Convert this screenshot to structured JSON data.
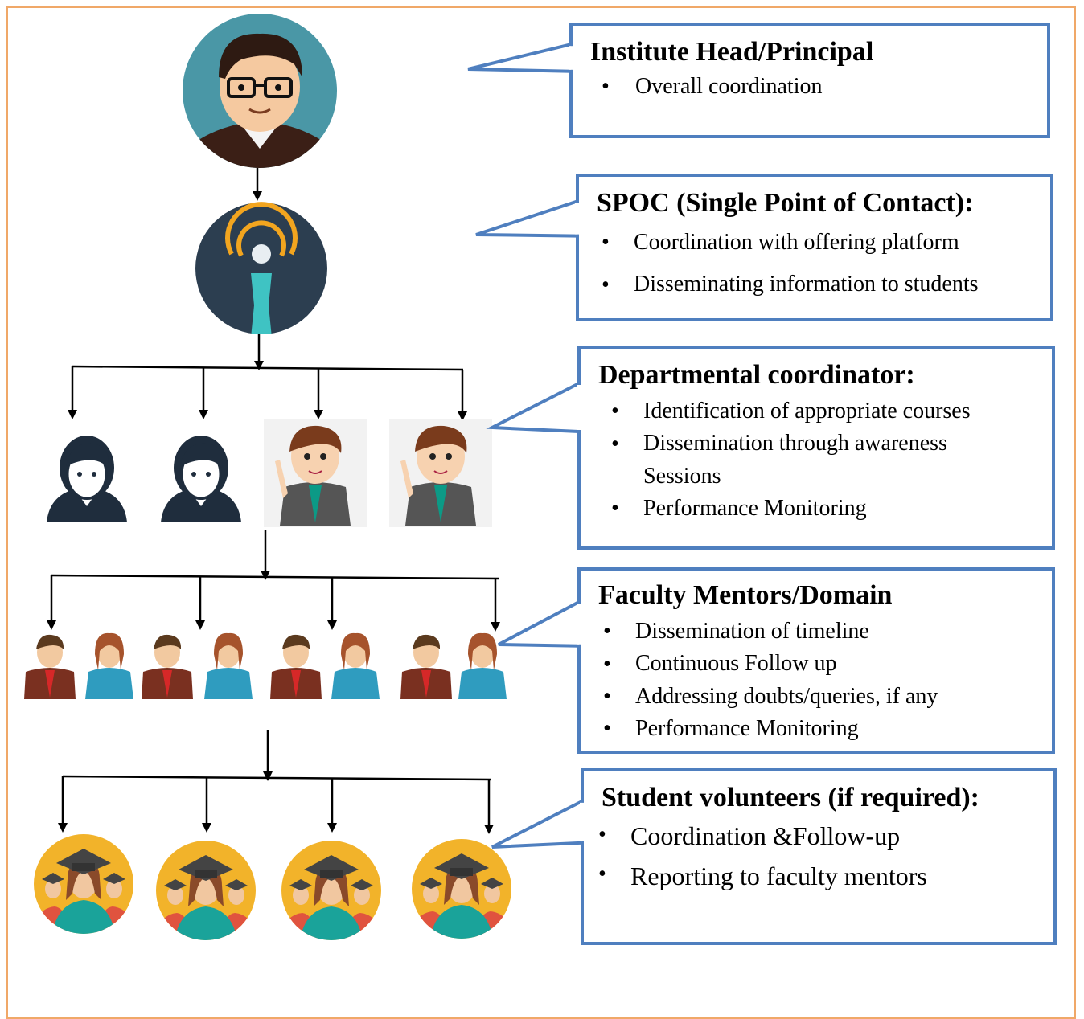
{
  "levels": [
    {
      "title": "Institute Head/Principal",
      "bullets": [
        "Overall coordination"
      ]
    },
    {
      "title": "SPOC (Single Point of Contact):",
      "bullets": [
        "Coordination with offering platform",
        "Disseminating information to students"
      ]
    },
    {
      "title": "Departmental coordinator:",
      "bullets": [
        "Identification of appropriate courses",
        "Dissemination through awareness",
        "Sessions",
        "Performance Monitoring"
      ]
    },
    {
      "title": "Faculty Mentors/Domain",
      "bullets": [
        "Dissemination of timeline",
        "Continuous Follow up",
        "Addressing doubts/queries, if any",
        "Performance Monitoring"
      ]
    },
    {
      "title": "Student volunteers (if required):",
      "bullets": [
        "Coordination &Follow-up",
        "Reporting to faculty mentors"
      ]
    }
  ],
  "icons": {
    "head": "principal-avatar-icon",
    "spoc": "broadcast-person-icon",
    "coordinators": [
      "woman-avatar-icon",
      "woman-avatar-icon",
      "man-pointing-icon",
      "man-pointing-icon"
    ],
    "mentors": [
      "man-suit-icon",
      "woman-icon",
      "man-suit-icon",
      "woman-icon",
      "man-suit-icon",
      "woman-icon",
      "man-suit-icon",
      "woman-icon"
    ],
    "students": [
      "graduates-icon",
      "graduates-icon",
      "graduates-icon",
      "graduates-icon"
    ]
  },
  "colors": {
    "frame": "#f0a868",
    "callout_border": "#4f7fbf",
    "spoc_bg": "#2c3e50",
    "head_bg": "#4a97a6",
    "student_bg": "#f2b32a"
  }
}
